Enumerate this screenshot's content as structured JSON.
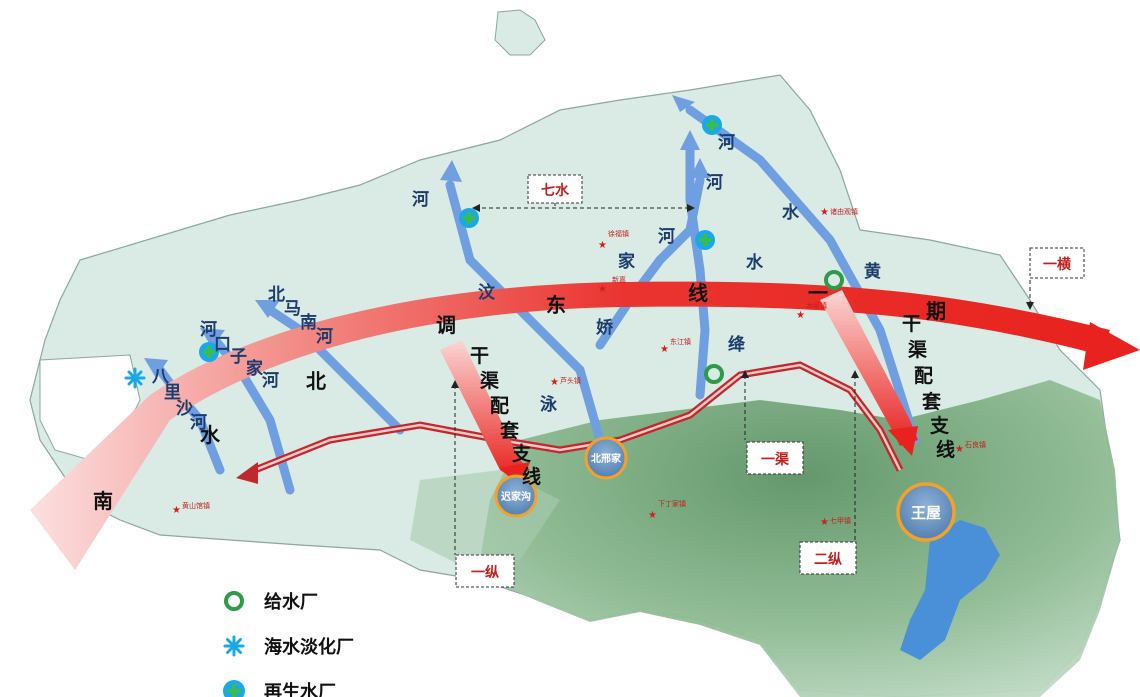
{
  "map": {
    "arrow_text": {
      "main_route": [
        "南",
        "水",
        "北",
        "调",
        "东",
        "线",
        "一",
        "期"
      ],
      "branch_left": [
        "干",
        "渠",
        "配",
        "套",
        "支",
        "线"
      ],
      "branch_right": [
        "干",
        "渠",
        "配",
        "套",
        "支",
        "线"
      ]
    },
    "river_labels": {
      "bamengsha": [
        "八",
        "里",
        "沙",
        "河"
      ],
      "kouzijia": [
        "河",
        "口",
        "子",
        "家",
        "河"
      ],
      "beimanan": [
        "北",
        "马",
        "南",
        "河"
      ],
      "wen": [
        "汶",
        "河"
      ],
      "yong": [
        "泳"
      ],
      "jiaojia": [
        "家",
        "河"
      ],
      "jiao": [
        "娇"
      ],
      "jiang": [
        "绛"
      ],
      "huangshui": [
        "黄",
        "水",
        "河",
        "河"
      ],
      "shui_mid": [
        "水"
      ]
    },
    "boxed_labels": {
      "qishui": "七水",
      "yiheng": "一横",
      "yiqu": "一渠",
      "yizong": "一纵",
      "erzong": "二纵"
    },
    "nodes": {
      "chijiagou": "迟家沟",
      "beixingjia": "北邢家",
      "wangwu": "王屋"
    },
    "towns": [
      "诸由观镇",
      "徐福镇",
      "新嘉",
      "芦头镇",
      "东江镇",
      "龙泉镇",
      "黄山馆镇",
      "下丁家镇",
      "七甲镇",
      "石良镇"
    ],
    "colors": {
      "sea": "#ffffff",
      "land": "#d9ebe4",
      "mountain": "#7fae86",
      "river": "#6f9fe0",
      "red_arrow": "#e8221e",
      "canal": "#c0282c",
      "reservoir": "#4a90d8",
      "label_red": "#c41e1e",
      "text_dark": "#1c3c6e"
    }
  },
  "legend": {
    "items": [
      {
        "icon": "water-supply-plant-icon",
        "label": "给水厂",
        "color": "#2e9a4a"
      },
      {
        "icon": "desalination-plant-icon",
        "label": "海水淡化厂",
        "color": "#1aa9e8"
      },
      {
        "icon": "reclaimed-water-plant-icon",
        "label": "再生水厂",
        "color": "#1aa9e8"
      }
    ]
  }
}
